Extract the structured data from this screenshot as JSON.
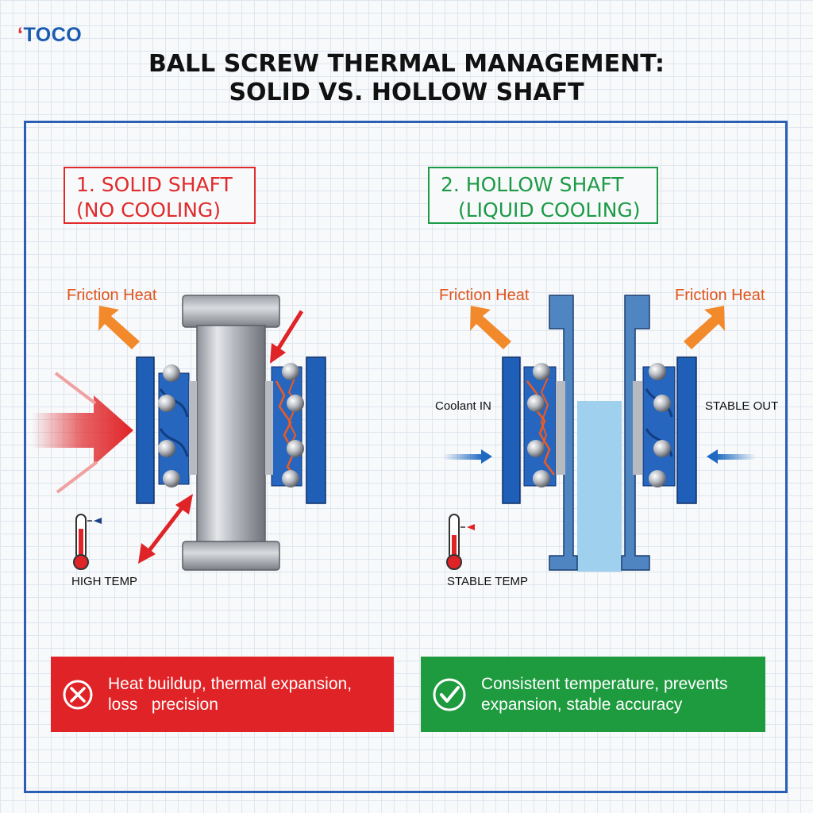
{
  "logo": {
    "mark": "‘",
    "text": "TOCO"
  },
  "title": {
    "line1": "BALL SCREW THERMAL MANAGEMENT:",
    "line2": "SOLID VS. HOLLOW SHAFT"
  },
  "solid": {
    "heading_line1": "1. SOLID SHAFT",
    "heading_line2": "(NO COOLING)",
    "friction_label": "Friction Heat",
    "temp_label": "HIGH TEMP",
    "summary_line1": "Heat buildup, thermal expansion,",
    "summary_line2": "loss   precision",
    "summary_icon": "x-circle-icon",
    "accent": "#e02326"
  },
  "hollow": {
    "heading_line1": "2. HOLLOW SHAFT",
    "heading_line2": "(LIQUID COOLING)",
    "friction_left": "Friction Heat",
    "friction_right": "Friction Heat",
    "coolant_in": "Coolant IN",
    "coolant_out": "STABLE OUT",
    "temp_label": "STABLE TEMP",
    "summary_line1": "Consistent temperature, prevents",
    "summary_line2": "expansion, stable accuracy",
    "summary_icon": "check-circle-icon",
    "accent": "#1e9a3f"
  },
  "colors": {
    "frame": "#2a5fb5",
    "nut_blue": "#1f5fb8",
    "heat_orange": "#f2892a",
    "heat_red": "#e02326",
    "coolant": "#9fd0ee",
    "coolant_arrow": "#1f6ac0"
  }
}
